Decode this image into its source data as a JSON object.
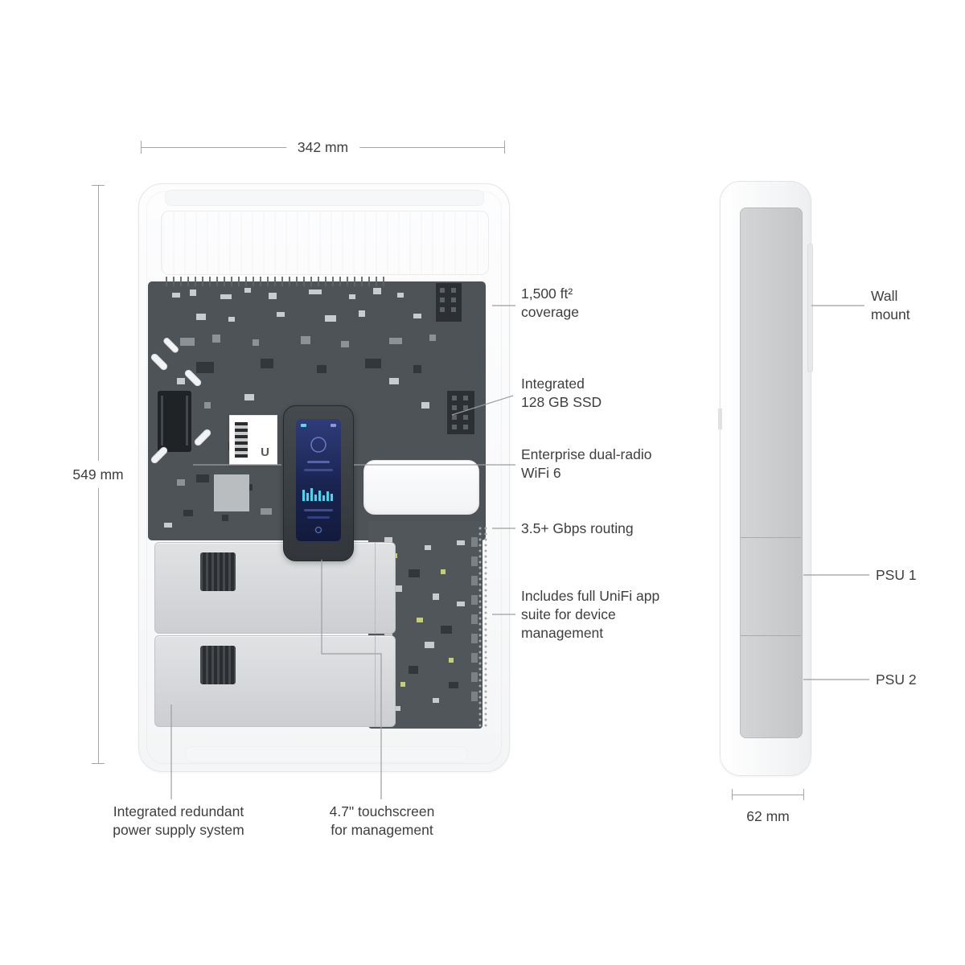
{
  "dimensions": {
    "width": "342 mm",
    "height": "549 mm",
    "depth": "62 mm"
  },
  "callouts": {
    "coverage": "1,500 ft²\ncoverage",
    "ssd": "Integrated\n128 GB SSD",
    "wifi": "Enterprise dual-radio\nWiFi 6",
    "routing": "3.5+ Gbps routing",
    "app_suite": "Includes full UniFi app\nsuite for device\nmanagement",
    "psu_system": "Integrated redundant\npower supply system",
    "touchscreen": "4.7\" touchscreen\nfor management",
    "wall_mount": "Wall\nmount",
    "psu1": "PSU 1",
    "psu2": "PSU 2"
  },
  "device": {
    "logo_mark": "U"
  },
  "colors": {
    "pcb": "#4e5357",
    "screen_background": "#1a2350",
    "screen_accent": "#49d6ec",
    "psu_gray": "#d5d7d9"
  }
}
